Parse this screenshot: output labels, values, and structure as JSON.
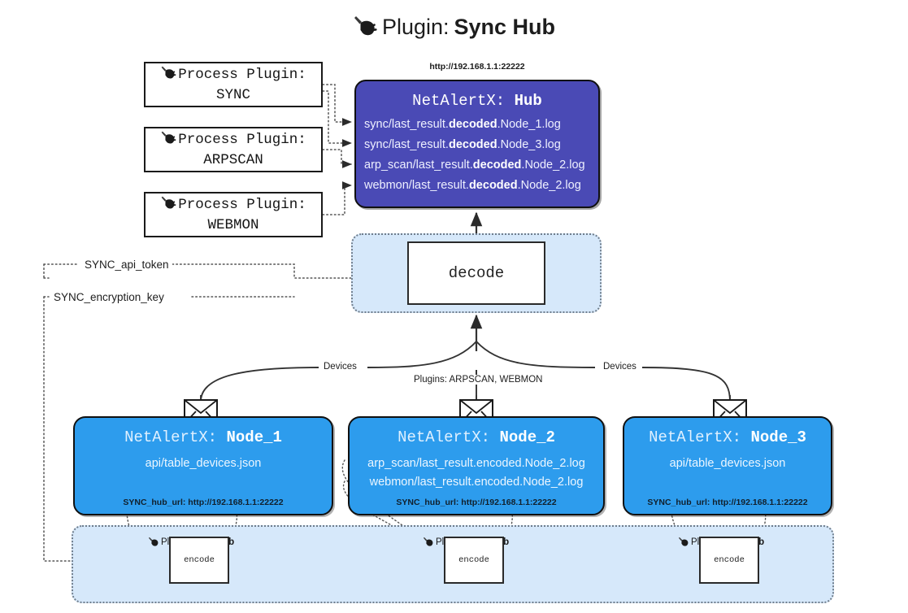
{
  "title": {
    "icon": "plug-icon",
    "prefix": "Plugin:",
    "name": "Sync Hub"
  },
  "process_plugins": [
    {
      "icon": "plug-icon",
      "line1": "Process Plugin:",
      "line2": "SYNC"
    },
    {
      "icon": "plug-icon",
      "line1": "Process Plugin:",
      "line2": "ARPSCAN"
    },
    {
      "icon": "plug-icon",
      "line1": "Process Plugin:",
      "line2": "WEBMON"
    }
  ],
  "hub": {
    "url": "http://192.168.1.1:22222",
    "title_prefix": "NetAlertX:",
    "title_name": "Hub",
    "fill": "#4a4ab5",
    "lines": [
      {
        "pre": "sync/last_result.",
        "strong": "decoded",
        "post": ".Node_1.log"
      },
      {
        "pre": "sync/last_result.",
        "strong": "decoded",
        "post": ".Node_3.log"
      },
      {
        "pre": "arp_scan/last_result.",
        "strong": "decoded",
        "post": ".Node_2.log"
      },
      {
        "pre": "webmon/last_result.",
        "strong": "decoded",
        "post": ".Node_2.log"
      }
    ]
  },
  "decode": {
    "label": "decode",
    "container_fill": "#d6e8fa"
  },
  "tokens": {
    "api": "SYNC_api_token",
    "key": "SYNC_encryption_key"
  },
  "edge_labels": {
    "devices_left": "Devices",
    "devices_right": "Devices",
    "plugins": "Plugins: ARPSCAN, WEBMON"
  },
  "nodes": [
    {
      "title_prefix": "NetAlertX:",
      "title_name": "Node_1",
      "fill": "#2d9ced",
      "items": [
        "api/table_devices.json"
      ],
      "footer": "SYNC_hub_url: http://192.168.1.1:22222",
      "icon": "envelope-icon"
    },
    {
      "title_prefix": "NetAlertX:",
      "title_name": "Node_2",
      "fill": "#2d9ced",
      "items": [
        "arp_scan/last_result.encoded.Node_2.log",
        "webmon/last_result.encoded.Node_2.log"
      ],
      "footer": "SYNC_hub_url: http://192.168.1.1:22222",
      "icon": "envelope-icon"
    },
    {
      "title_prefix": "NetAlertX:",
      "title_name": "Node_3",
      "fill": "#2d9ced",
      "items": [
        "api/table_devices.json"
      ],
      "footer": "SYNC_hub_url: http://192.168.1.1:22222",
      "icon": "envelope-icon"
    }
  ],
  "encoders": [
    {
      "plugin_prefix": "Plugin:",
      "plugin_name": "Sync Hub",
      "label": "encode",
      "icon": "plug-icon"
    },
    {
      "plugin_prefix": "Plugin:",
      "plugin_name": "Sync Hub",
      "label": "encode",
      "icon": "plug-icon"
    },
    {
      "plugin_prefix": "Plugin:",
      "plugin_name": "Sync Hub",
      "label": "encode",
      "icon": "plug-icon"
    }
  ]
}
